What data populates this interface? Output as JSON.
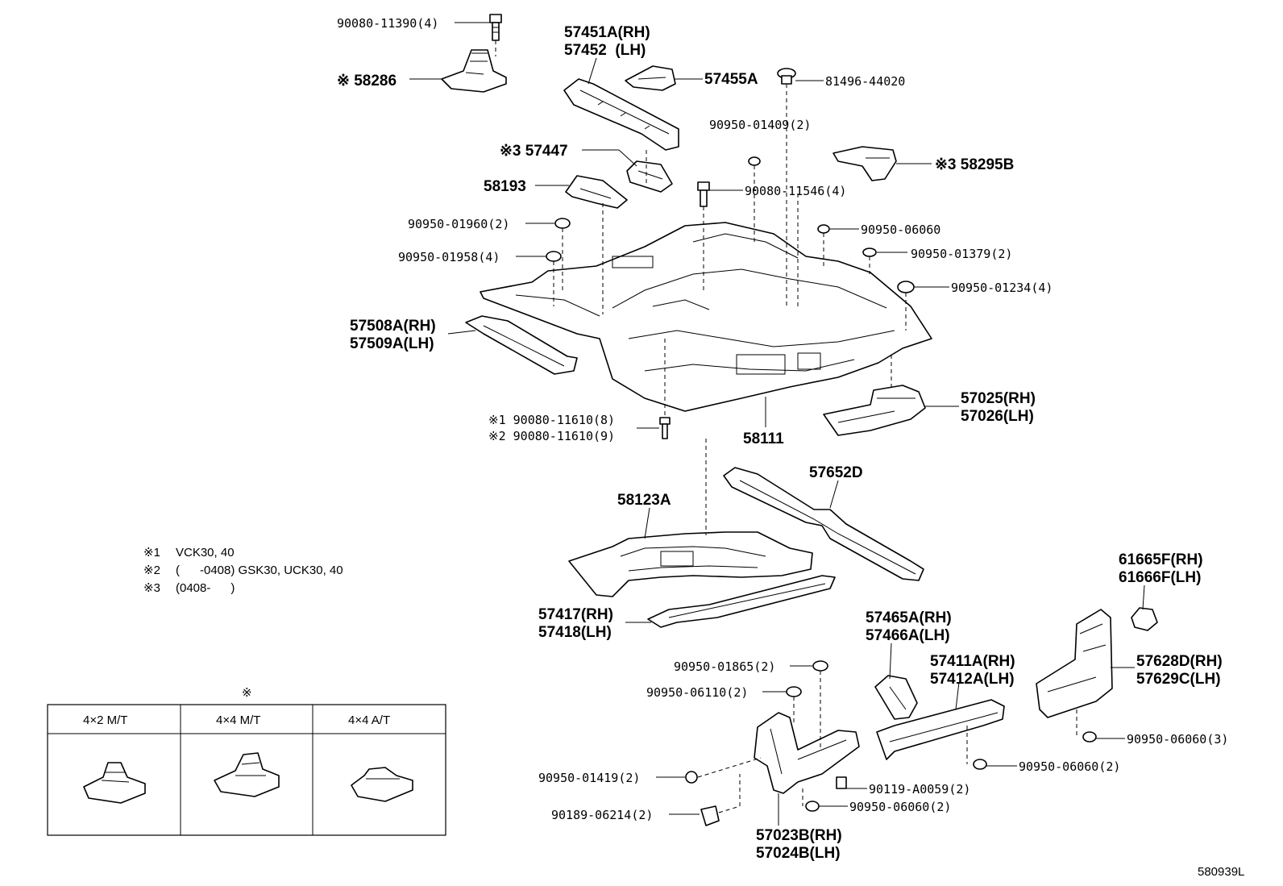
{
  "labels": {
    "l_90080_11390": "90080-11390(4)",
    "l_58286": "※ 58286",
    "l_57451a": "57451A(RH)",
    "l_57452": "57452  (LH)",
    "l_57455a": "57455A",
    "l_81496": "81496-44020",
    "l_90950_01409": "90950-01409(2)",
    "l_57447": "※3 57447",
    "l_58295b": "※3 58295B",
    "l_58193": "58193",
    "l_90080_11546": "90080-11546(4)",
    "l_90950_01960": "90950-01960(2)",
    "l_90950_06060_top": "90950-06060",
    "l_90950_01958": "90950-01958(4)",
    "l_90950_01379": "90950-01379(2)",
    "l_90950_01234": "90950-01234(4)",
    "l_57508a": "57508A(RH)",
    "l_57509a": "57509A(LH)",
    "l_57025": "57025(RH)",
    "l_57026": "57026(LH)",
    "l_90080_11610_a": "※1 90080-11610(8)",
    "l_90080_11610_b": "※2 90080-11610(9)",
    "l_58111": "58111",
    "l_57652d": "57652D",
    "l_58123a": "58123A",
    "l_61665f": "61665F(RH)",
    "l_61666f": "61666F(LH)",
    "l_57417": "57417(RH)",
    "l_57418": "57418(LH)",
    "l_57465a": "57465A(RH)",
    "l_57466a": "57466A(LH)",
    "l_57411a": "57411A(RH)",
    "l_57412a": "57412A(LH)",
    "l_57628d": "57628D(RH)",
    "l_57629c": "57629C(LH)",
    "l_90950_01865": "90950-01865(2)",
    "l_90950_06110": "90950-06110(2)",
    "l_90950_06060_3": "90950-06060(3)",
    "l_90950_06060_2a": "90950-06060(2)",
    "l_90950_01419": "90950-01419(2)",
    "l_90119": "90119-A0059(2)",
    "l_90950_06060_2b": "90950-06060(2)",
    "l_90189": "90189-06214(2)",
    "l_57023b": "57023B(RH)",
    "l_57024b": "57024B(LH)",
    "figure_code": "580939L"
  },
  "notes": [
    {
      "mark": "※1",
      "text": "VCK30, 40"
    },
    {
      "mark": "※2",
      "text": "(      -0408) GSK30, UCK30, 40"
    },
    {
      "mark": "※3",
      "text": "(0408-      )"
    }
  ],
  "variant_table": {
    "marker": "※",
    "columns": [
      "4×2 M/T",
      "4×4 M/T",
      "4×4 A/T"
    ]
  }
}
